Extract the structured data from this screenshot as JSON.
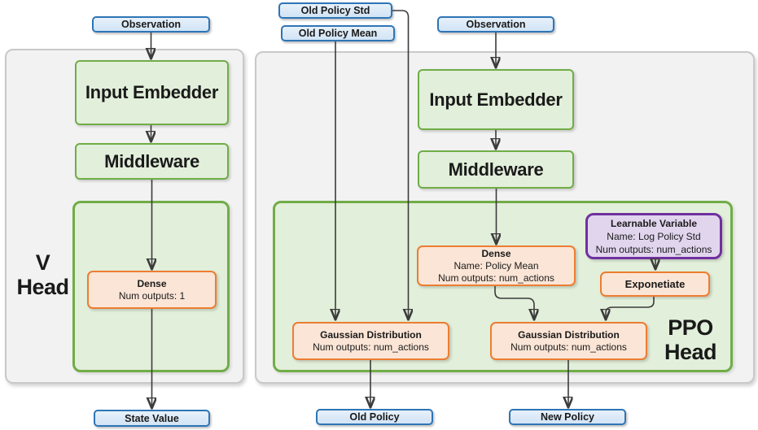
{
  "diagram": {
    "description": "PPO actor-critic network architecture diagram with V Head and PPO Head",
    "colors": {
      "panel_fill": "#f2f2f2",
      "panel_border": "#c9c9c9",
      "green_fill": "#e2efda",
      "green_border": "#70ad47",
      "orange_fill": "#fbe5d6",
      "orange_border": "#ed7d31",
      "purple_fill": "#e1d5ee",
      "purple_border": "#7030a0",
      "blue_fill": "#dbe9f7",
      "blue_border": "#2e75b6",
      "arrow": "#3b3b3b",
      "text": "#1a1a1a"
    },
    "panels": {
      "v_head": {
        "label_line1": "V",
        "label_line2": "Head"
      },
      "ppo_head": {
        "label_line1": "PPO",
        "label_line2": "Head"
      }
    },
    "nodes": {
      "observation_left": {
        "label": "Observation"
      },
      "input_embedder_left": {
        "label": "Input Embedder"
      },
      "middleware_left": {
        "label": "Middleware"
      },
      "dense_left": {
        "title": "Dense",
        "line2": "Num outputs: 1"
      },
      "state_value": {
        "label": "State Value"
      },
      "old_policy_std": {
        "label": "Old Policy Std"
      },
      "old_policy_mean": {
        "label": "Old Policy Mean"
      },
      "observation_right": {
        "label": "Observation"
      },
      "input_embedder_right": {
        "label": "Input Embedder"
      },
      "middleware_right": {
        "label": "Middleware"
      },
      "dense_right": {
        "title": "Dense",
        "line2": "Name: Policy Mean",
        "line3": "Num outputs: num_actions"
      },
      "learnable_variable": {
        "title": "Learnable Variable",
        "line2": "Name: Log Policy Std",
        "line3": "Num outputs: num_actions"
      },
      "exponetiate": {
        "label": "Exponetiate"
      },
      "gaussian_left": {
        "title": "Gaussian Distribution",
        "line2": "Num outputs: num_actions"
      },
      "gaussian_right": {
        "title": "Gaussian Distribution",
        "line2": "Num outputs: num_actions"
      },
      "old_policy": {
        "label": "Old Policy"
      },
      "new_policy": {
        "label": "New Policy"
      }
    }
  }
}
